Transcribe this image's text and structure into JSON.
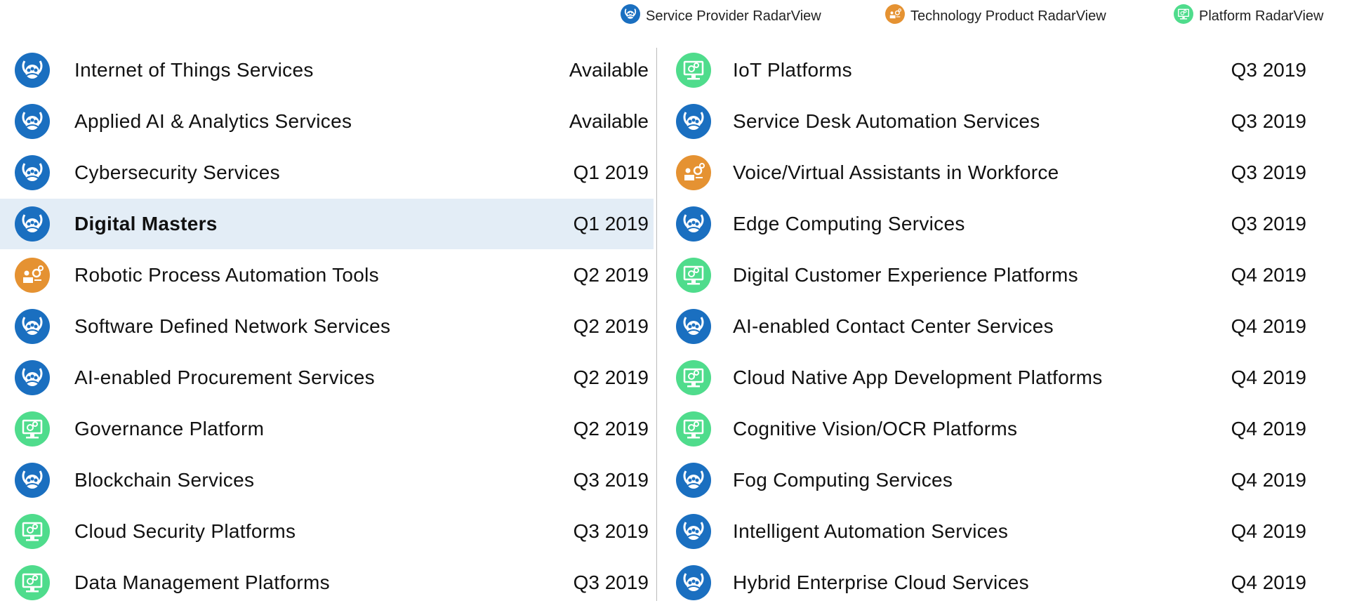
{
  "legend": [
    {
      "label": "Service Provider RadarView",
      "type": "service",
      "color": "#1a6fc0"
    },
    {
      "label": "Technology Product RadarView",
      "type": "tech",
      "color": "#e59232"
    },
    {
      "label": "Platform RadarView",
      "type": "platform",
      "color": "#4fdc8c"
    }
  ],
  "left": [
    {
      "label": "Internet of Things Services",
      "date": "Available",
      "type": "service"
    },
    {
      "label": "Applied AI & Analytics Services",
      "date": "Available",
      "type": "service"
    },
    {
      "label": "Cybersecurity Services",
      "date": "Q1 2019",
      "type": "service"
    },
    {
      "label": "Digital Masters",
      "date": "Q1 2019",
      "type": "service",
      "highlighted": true
    },
    {
      "label": "Robotic Process Automation Tools",
      "date": "Q2 2019",
      "type": "tech"
    },
    {
      "label": "Software Defined Network Services",
      "date": "Q2 2019",
      "type": "service"
    },
    {
      "label": "AI-enabled Procurement Services",
      "date": "Q2 2019",
      "type": "service"
    },
    {
      "label": "Governance Platform",
      "date": "Q2 2019",
      "type": "platform"
    },
    {
      "label": "Blockchain Services",
      "date": "Q3 2019",
      "type": "service"
    },
    {
      "label": "Cloud Security Platforms",
      "date": "Q3 2019",
      "type": "platform"
    },
    {
      "label": "Data Management Platforms",
      "date": "Q3 2019",
      "type": "platform"
    }
  ],
  "right": [
    {
      "label": "IoT Platforms",
      "date": "Q3 2019",
      "type": "platform"
    },
    {
      "label": "Service Desk Automation Services",
      "date": "Q3 2019",
      "type": "service"
    },
    {
      "label": "Voice/Virtual Assistants in Workforce",
      "date": "Q3 2019",
      "type": "tech"
    },
    {
      "label": "Edge Computing Services",
      "date": "Q3 2019",
      "type": "service"
    },
    {
      "label": "Digital Customer Experience Platforms",
      "date": "Q4 2019",
      "type": "platform"
    },
    {
      "label": "AI-enabled Contact Center Services",
      "date": "Q4 2019",
      "type": "service"
    },
    {
      "label": "Cloud Native App Development Platforms",
      "date": "Q4 2019",
      "type": "platform"
    },
    {
      "label": "Cognitive Vision/OCR Platforms",
      "date": "Q4 2019",
      "type": "platform"
    },
    {
      "label": "Fog Computing Services",
      "date": "Q4 2019",
      "type": "service"
    },
    {
      "label": "Intelligent Automation Services",
      "date": "Q4 2019",
      "type": "service"
    },
    {
      "label": "Hybrid Enterprise Cloud Services",
      "date": "Q4 2019",
      "type": "service"
    }
  ]
}
